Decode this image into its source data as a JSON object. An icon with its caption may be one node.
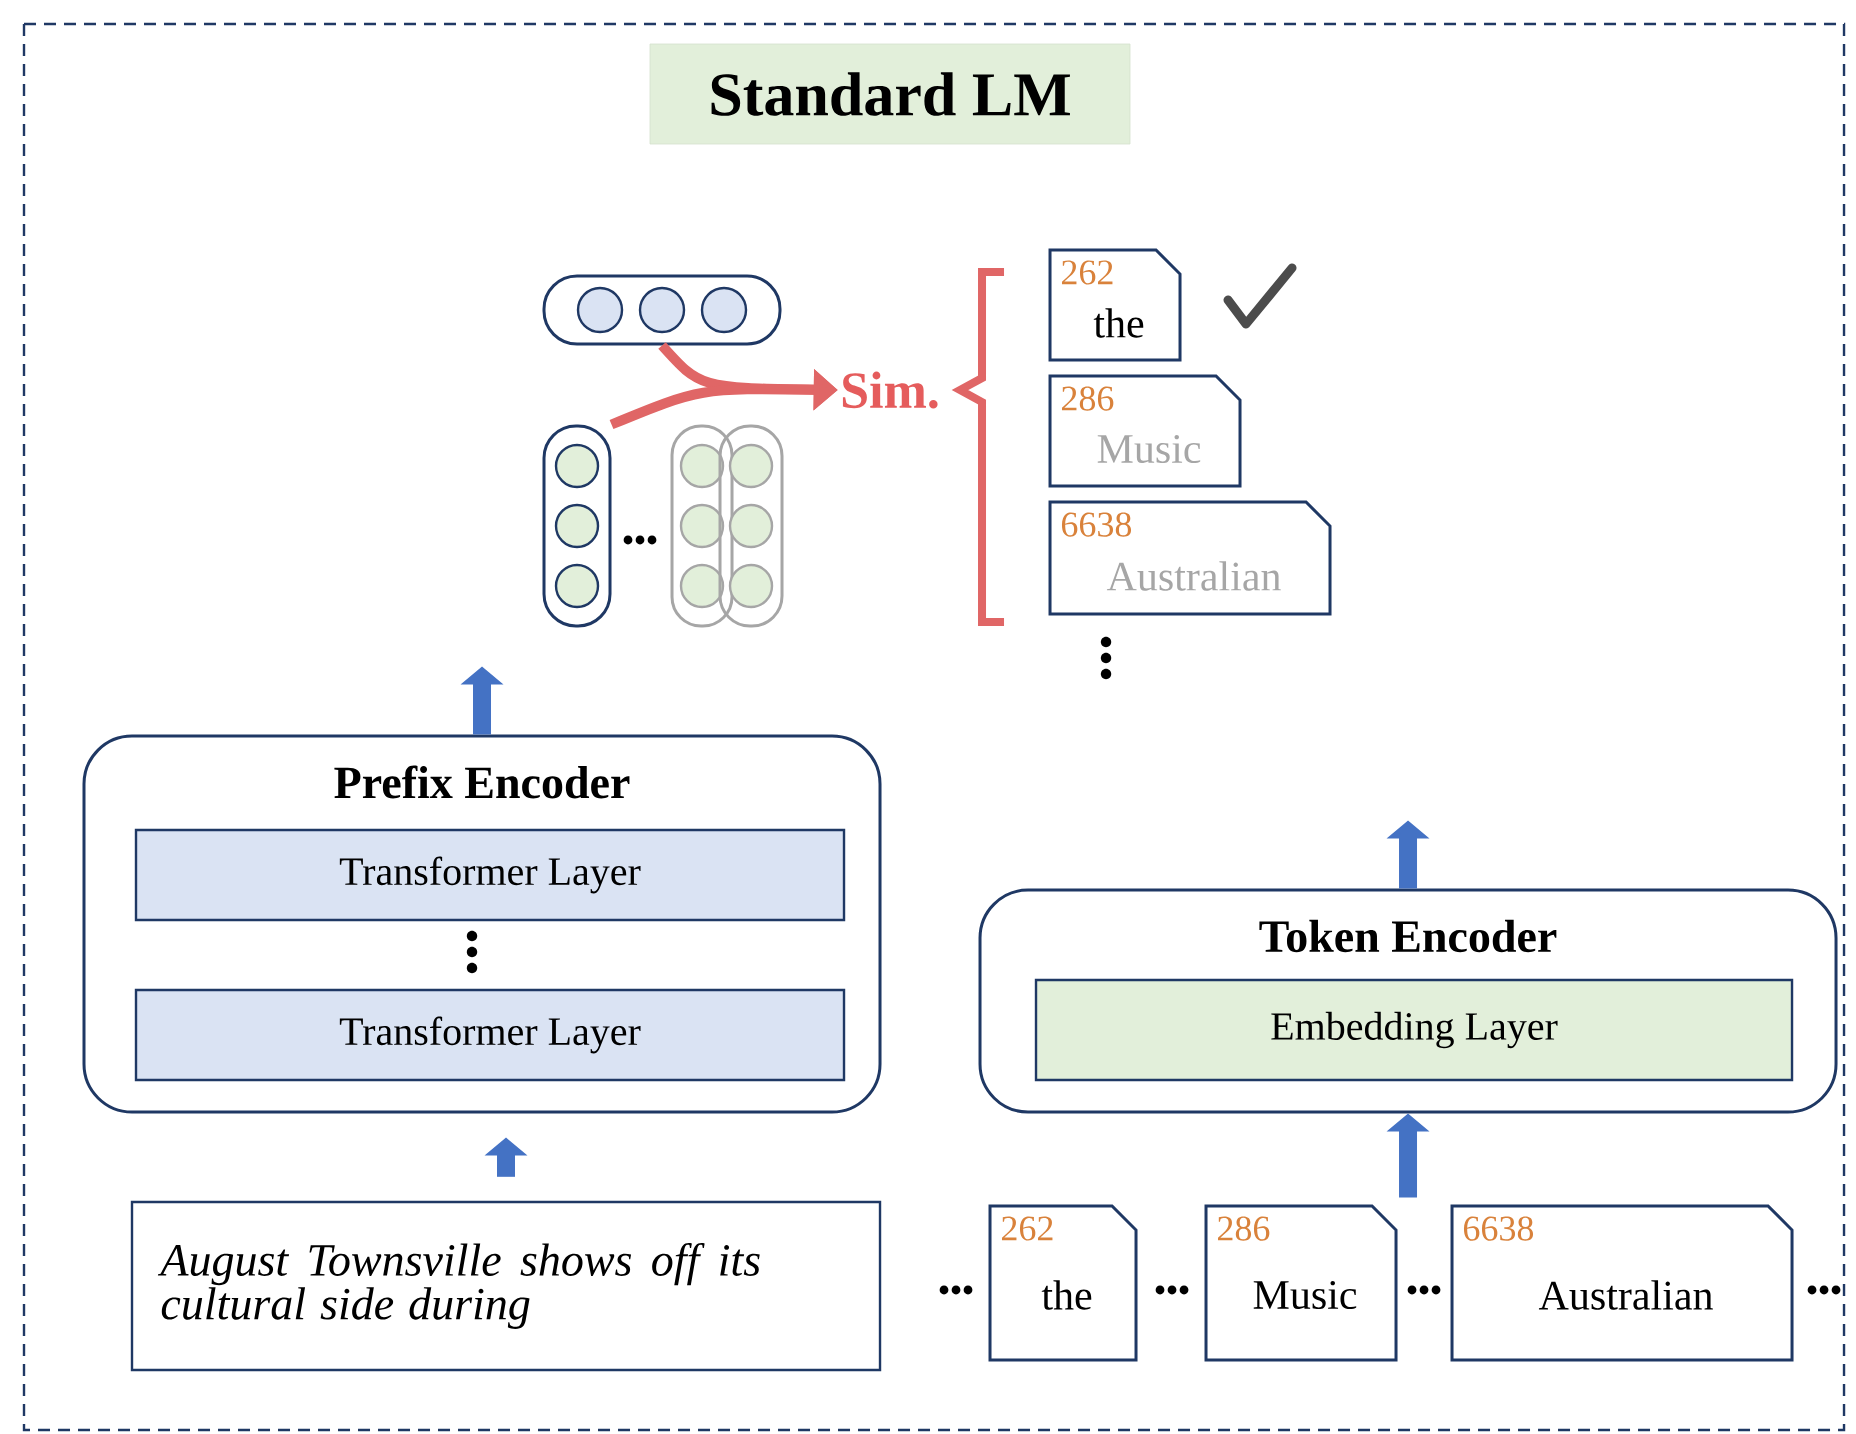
{
  "diagram": {
    "nodes": [
      {
        "text": [
          "Standard LM"
        ]
      },
      {
        "text": [
          "Prefix Encoder"
        ]
      },
      {
        "text": [
          "Transformer Layer"
        ],
        "in": 1
      },
      {
        "text": [
          "Transformer Layer"
        ],
        "in": 1
      },
      {
        "text": [
          "Token Encoder"
        ]
      },
      {
        "text": [
          "Embedding Layer"
        ],
        "in": 4
      },
      {
        "text": [
          "August Townsville shows off its cultural side during"
        ]
      },
      {
        "text": [
          "262",
          "the"
        ]
      },
      {
        "text": [
          "286",
          "Music"
        ]
      },
      {
        "text": [
          "6638",
          "Australian"
        ]
      },
      {
        "text": [
          "262",
          "the"
        ]
      },
      {
        "text": [
          "286",
          "Music"
        ]
      },
      {
        "text": [
          "6638",
          "Australian"
        ]
      },
      {
        "text": [],
        "shape": "capsule"
      },
      {
        "text": [],
        "shape": "capsule"
      },
      {
        "text": [],
        "shape": "capsule"
      },
      {
        "text": [],
        "shape": "capsule"
      },
      {
        "text": [
          "Sim."
        ]
      }
    ],
    "edges": [
      {
        "from": 13,
        "to": 17,
        "arrow": "to",
        "color": "#e06666"
      },
      {
        "from": 14,
        "to": 17,
        "arrow": "to",
        "color": "#e06666"
      },
      {
        "from": 6,
        "to": 1,
        "arrow": "to"
      },
      {
        "from": 1,
        "to": null,
        "arrow": "to"
      },
      {
        "from": null,
        "to": 4,
        "arrow": "to"
      },
      {
        "from": 4,
        "to": null,
        "arrow": "to"
      }
    ]
  }
}
